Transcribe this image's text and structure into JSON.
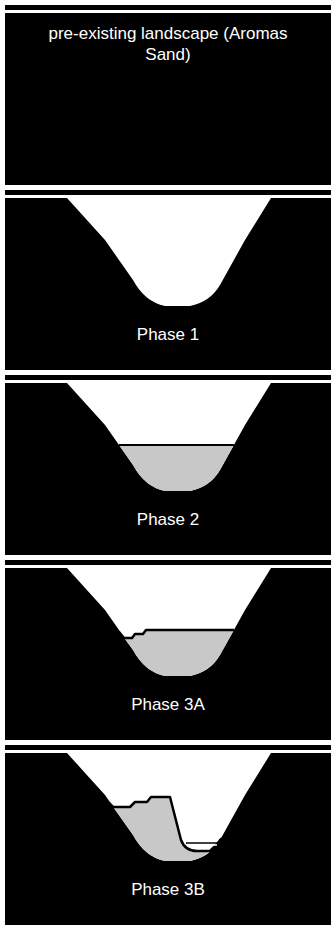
{
  "diagram": {
    "nodes": [
      {
        "text": [
          "pre-existing landscape (Aromas Sand)"
        ]
      },
      {
        "text": [
          "Phase 1"
        ]
      },
      {
        "text": [
          "Phase 2"
        ]
      },
      {
        "text": [
          "Phase 3A"
        ]
      },
      {
        "text": [
          "Phase 3B"
        ]
      }
    ]
  }
}
